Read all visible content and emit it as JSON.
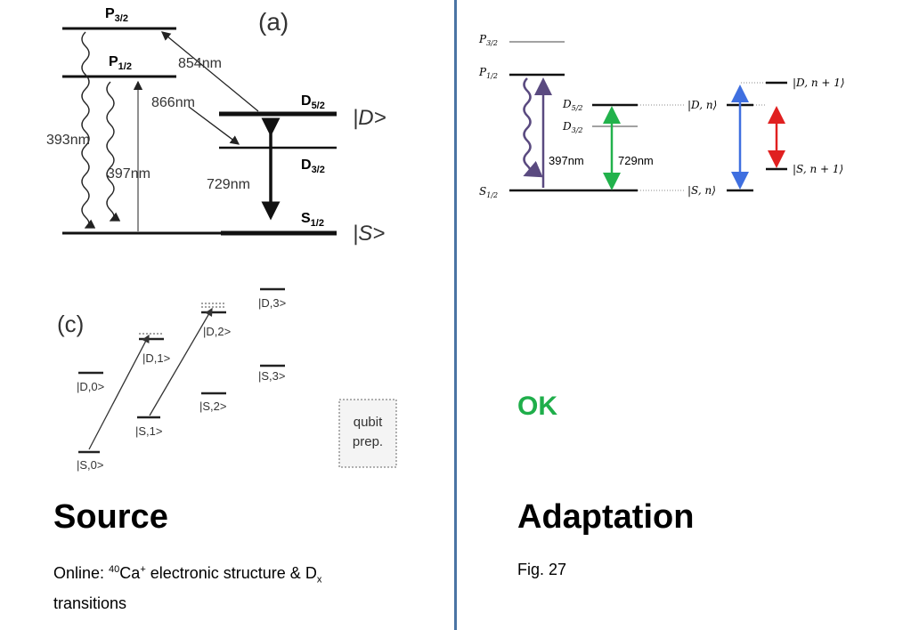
{
  "colors": {
    "divider": "#4a74a4",
    "ok": "#1fae4a",
    "violet": "#5a4a80",
    "green": "#22b24c",
    "blue": "#3f6fe0",
    "red": "#e02020"
  },
  "left": {
    "heading": "Source",
    "caption_prefix": "Online: ",
    "caption_sup": "40",
    "caption_ion": "Ca",
    "caption_charge": "+",
    "caption_mid": " electronic structure & D",
    "caption_sub": "x",
    "caption_line2": "transitions",
    "fig_a": {
      "panel_label": "(a)",
      "P32": "P",
      "P32_sub": "3/2",
      "P12": "P",
      "P12_sub": "1/2",
      "D52": "D",
      "D52_sub": "5/2",
      "D32": "D",
      "D32_sub": "3/2",
      "S12": "S",
      "S12_sub": "1/2",
      "ket_D": "|D>",
      "ket_S": "|S>",
      "wl_854": "854nm",
      "wl_866": "866nm",
      "wl_393": "393nm",
      "wl_397": "397nm",
      "wl_729": "729nm"
    },
    "fig_c": {
      "panel_label": "(c)",
      "S0": "|S,0>",
      "D0": "|D,0>",
      "S1": "|S,1>",
      "D1": "|D,1>",
      "S2": "|S,2>",
      "D2": "|D,2>",
      "S3": "|S,3>",
      "D3": "|D,3>",
      "box_line1": "qubit",
      "box_line2": "prep."
    }
  },
  "right": {
    "ok": "OK",
    "heading": "Adaptation",
    "caption": "Fig. 27",
    "fig": {
      "P32": "P",
      "P32_sub": "3/2",
      "P12": "P",
      "P12_sub": "1/2",
      "D52": "D",
      "D52_sub": "5/2",
      "D32": "D",
      "D32_sub": "3/2",
      "S12": "S",
      "S12_sub": "1/2",
      "wl_397": "397nm",
      "wl_729": "729nm",
      "ket_Dn": "|D, n⟩",
      "ket_Sn": "|S, n⟩",
      "ket_Dn1": "|D, n + 1⟩",
      "ket_Sn1": "|S, n + 1⟩"
    }
  }
}
